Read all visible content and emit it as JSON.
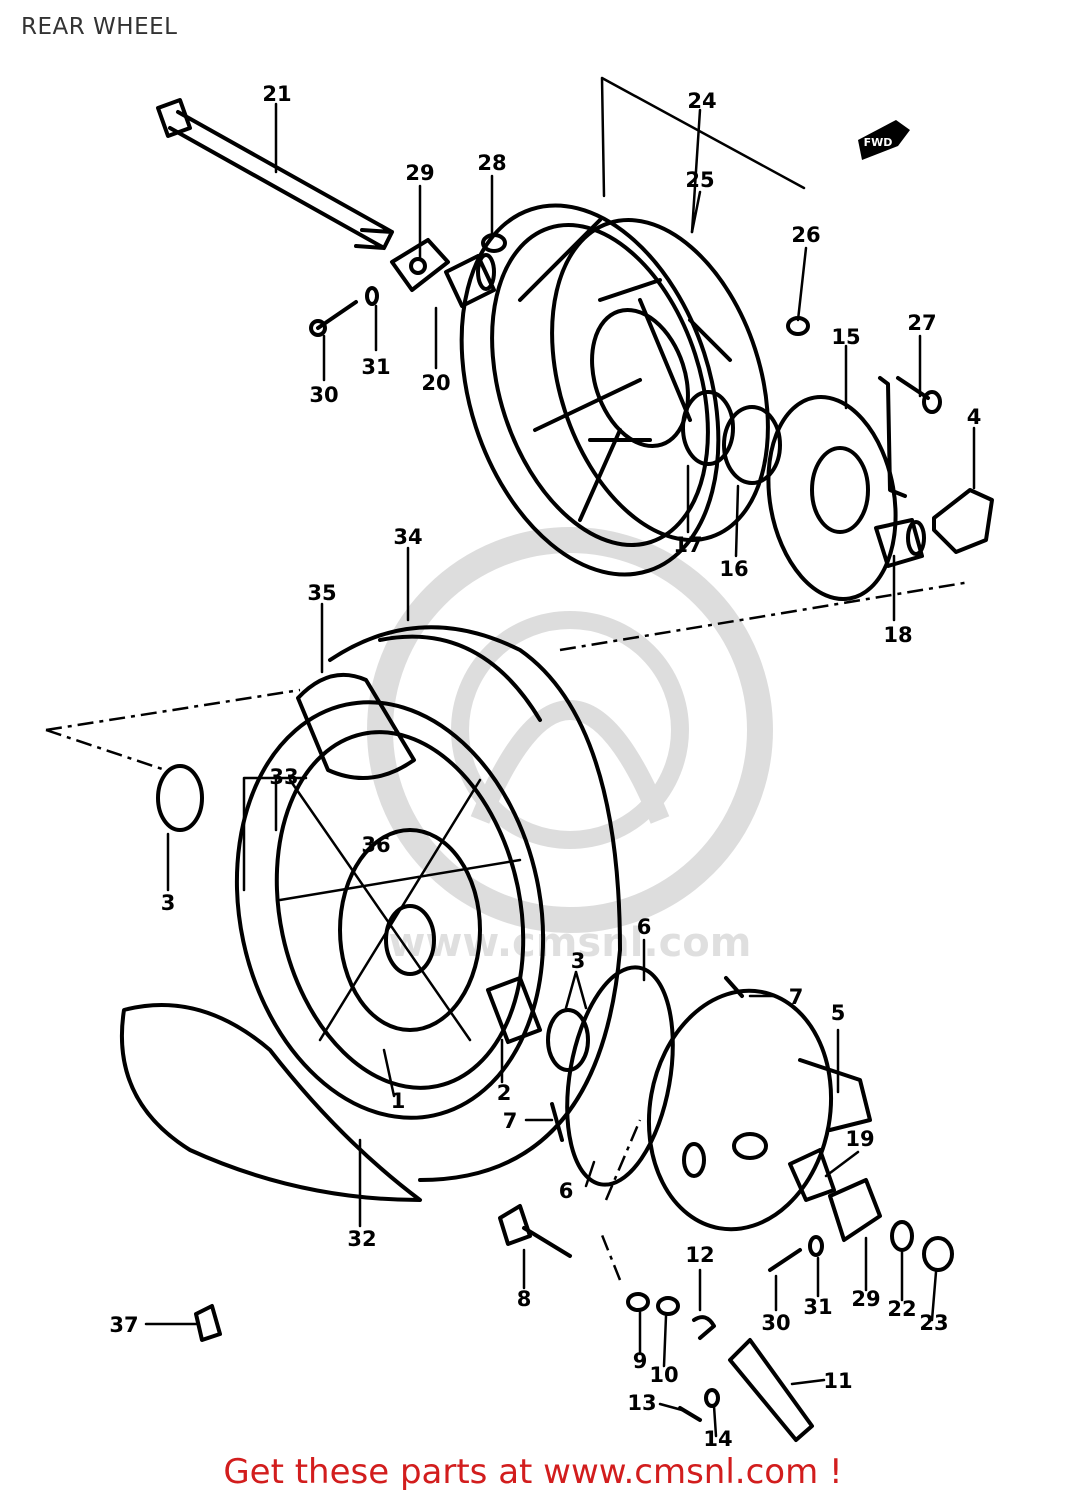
{
  "page": {
    "title": "REAR WHEEL",
    "footer_text": "Get these parts at www.cmsnl.com !",
    "watermark_text": "www.cmsnl.com"
  },
  "diagram": {
    "direction_mark": "FWD",
    "labels": [
      "21",
      "24",
      "25",
      "26",
      "29",
      "28",
      "27",
      "15",
      "4",
      "30",
      "31",
      "20",
      "17",
      "16",
      "18",
      "34",
      "35",
      "33",
      "36",
      "3",
      "6",
      "7",
      "5",
      "2",
      "19",
      "32",
      "8",
      "12",
      "30",
      "31",
      "29",
      "22",
      "23",
      "37",
      "9",
      "10",
      "11",
      "13",
      "14",
      "3",
      "7",
      "6",
      "1"
    ]
  },
  "colors": {
    "footer": "#d21d1d",
    "line": "#000000",
    "title": "#333333"
  }
}
